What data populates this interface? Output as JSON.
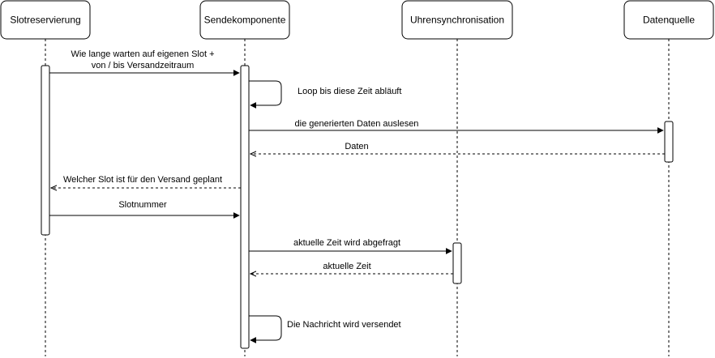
{
  "participants": [
    {
      "id": "slotreservierung",
      "label": "Slotreservierung"
    },
    {
      "id": "sendekomponente",
      "label": "Sendekomponente"
    },
    {
      "id": "uhrensynchronisation",
      "label": "Uhrensynchronisation"
    },
    {
      "id": "datenquelle",
      "label": "Datenquelle"
    }
  ],
  "messages": [
    {
      "from": "slotreservierung",
      "to": "sendekomponente",
      "style": "solid",
      "lines": [
        "Wie lange warten auf eigenen Slot +",
        "von / bis Versandzeitraum"
      ]
    },
    {
      "from": "sendekomponente",
      "to": "sendekomponente",
      "style": "self",
      "lines": [
        "Loop bis diese Zeit abläuft"
      ]
    },
    {
      "from": "sendekomponente",
      "to": "datenquelle",
      "style": "solid",
      "lines": [
        "die generierten Daten auslesen"
      ]
    },
    {
      "from": "datenquelle",
      "to": "sendekomponente",
      "style": "return",
      "lines": [
        "Daten"
      ]
    },
    {
      "from": "sendekomponente",
      "to": "slotreservierung",
      "style": "return",
      "lines": [
        "Welcher Slot ist für den Versand geplant"
      ]
    },
    {
      "from": "slotreservierung",
      "to": "sendekomponente",
      "style": "solid",
      "lines": [
        "Slotnummer"
      ]
    },
    {
      "from": "sendekomponente",
      "to": "uhrensynchronisation",
      "style": "solid",
      "lines": [
        "aktuelle Zeit wird abgefragt"
      ]
    },
    {
      "from": "uhrensynchronisation",
      "to": "sendekomponente",
      "style": "return",
      "lines": [
        "aktuelle Zeit"
      ]
    },
    {
      "from": "sendekomponente",
      "to": "sendekomponente",
      "style": "self",
      "lines": [
        "Die Nachricht wird versendet"
      ]
    }
  ]
}
